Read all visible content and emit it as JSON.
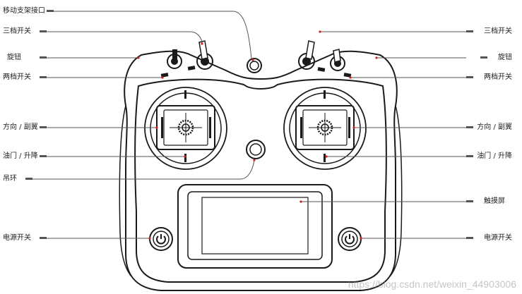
{
  "labels": {
    "mobile_bracket_port": "移动支架接口",
    "three_pos_switch_left": "三档开关",
    "knob_left": "旋钮",
    "two_pos_switch_left": "两档开关",
    "direction_aileron_left": "方向 / 副翼",
    "throttle_lift_left": "油门 / 升降",
    "lanyard_ring": "吊环",
    "power_switch_left": "电源开关",
    "three_pos_switch_right": "三档开关",
    "knob_right": "旋钮",
    "two_pos_switch_right": "两档开关",
    "direction_aileron_right": "方向 / 副翼",
    "throttle_lift_right": "油门 / 升降",
    "touch_screen": "触摸屏",
    "power_switch_right": "电源开关"
  },
  "watermark": "https://blog.csdn.net/weixin_44903006",
  "colors": {
    "stroke": "#1a1a1a",
    "marker": "#cc2222",
    "leader": "#555555"
  }
}
